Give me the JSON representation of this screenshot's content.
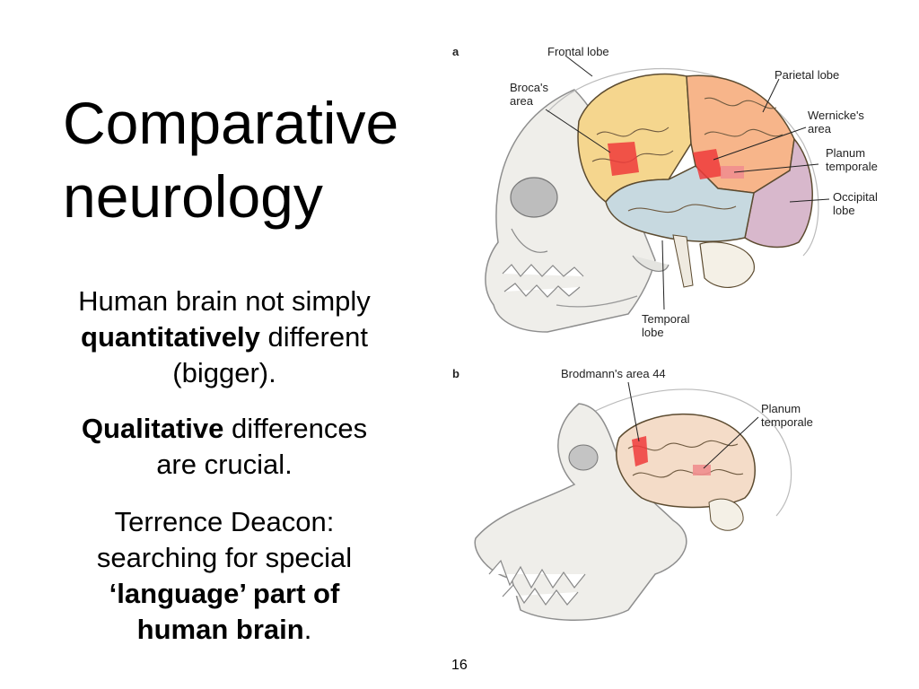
{
  "slide": {
    "title": "Comparative neurology",
    "para1": {
      "line1": "Human brain not simply",
      "bold": "quantitatively",
      "rest": " different",
      "line3": "(bigger)."
    },
    "para2": {
      "bold": "Qualitative",
      "rest": " differences",
      "line2": "are crucial."
    },
    "para3": {
      "line1": "Terrence Deacon:",
      "line2": "searching for special",
      "bold1": "‘language’ part of",
      "bold2": "human brain",
      "tail": "."
    },
    "slide_number": "16"
  },
  "figure": {
    "panel_a": {
      "letter": "a",
      "labels": {
        "frontal": "Frontal lobe",
        "parietal": "Parietal lobe",
        "broca1": "Broca's",
        "broca2": "area",
        "wernicke1": "Wernicke's",
        "wernicke2": "area",
        "planum1": "Planum",
        "planum2": "temporale",
        "occipital1": "Occipital",
        "occipital2": "lobe",
        "temporal1": "Temporal",
        "temporal2": "lobe"
      }
    },
    "panel_b": {
      "letter": "b",
      "labels": {
        "brodmann": "Brodmann's area 44",
        "planum1": "Planum",
        "planum2": "temporale"
      }
    }
  }
}
